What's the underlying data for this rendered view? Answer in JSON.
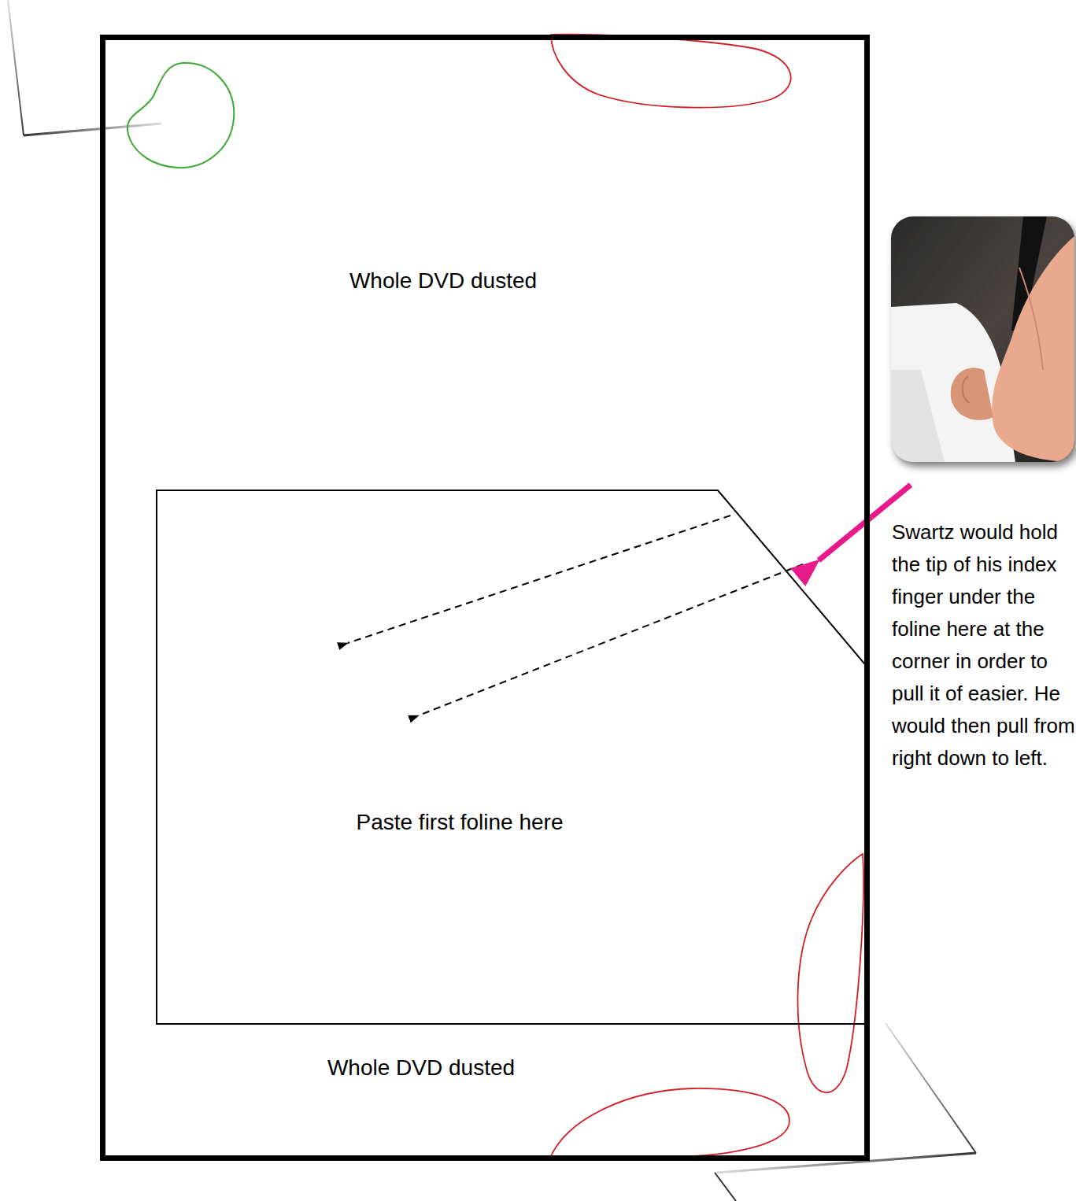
{
  "diagram": {
    "nodes": [
      {
        "text": [
          "Whole DVD dusted",
          "Whole DVD dusted"
        ]
      },
      {
        "text": [
          "Paste first foline here"
        ],
        "in": 0
      }
    ],
    "labels": [
      "Swartz would hold the tip of his index finger under the foline here at the corner in order to pull it of easier. He would then pull from right down to left."
    ]
  }
}
